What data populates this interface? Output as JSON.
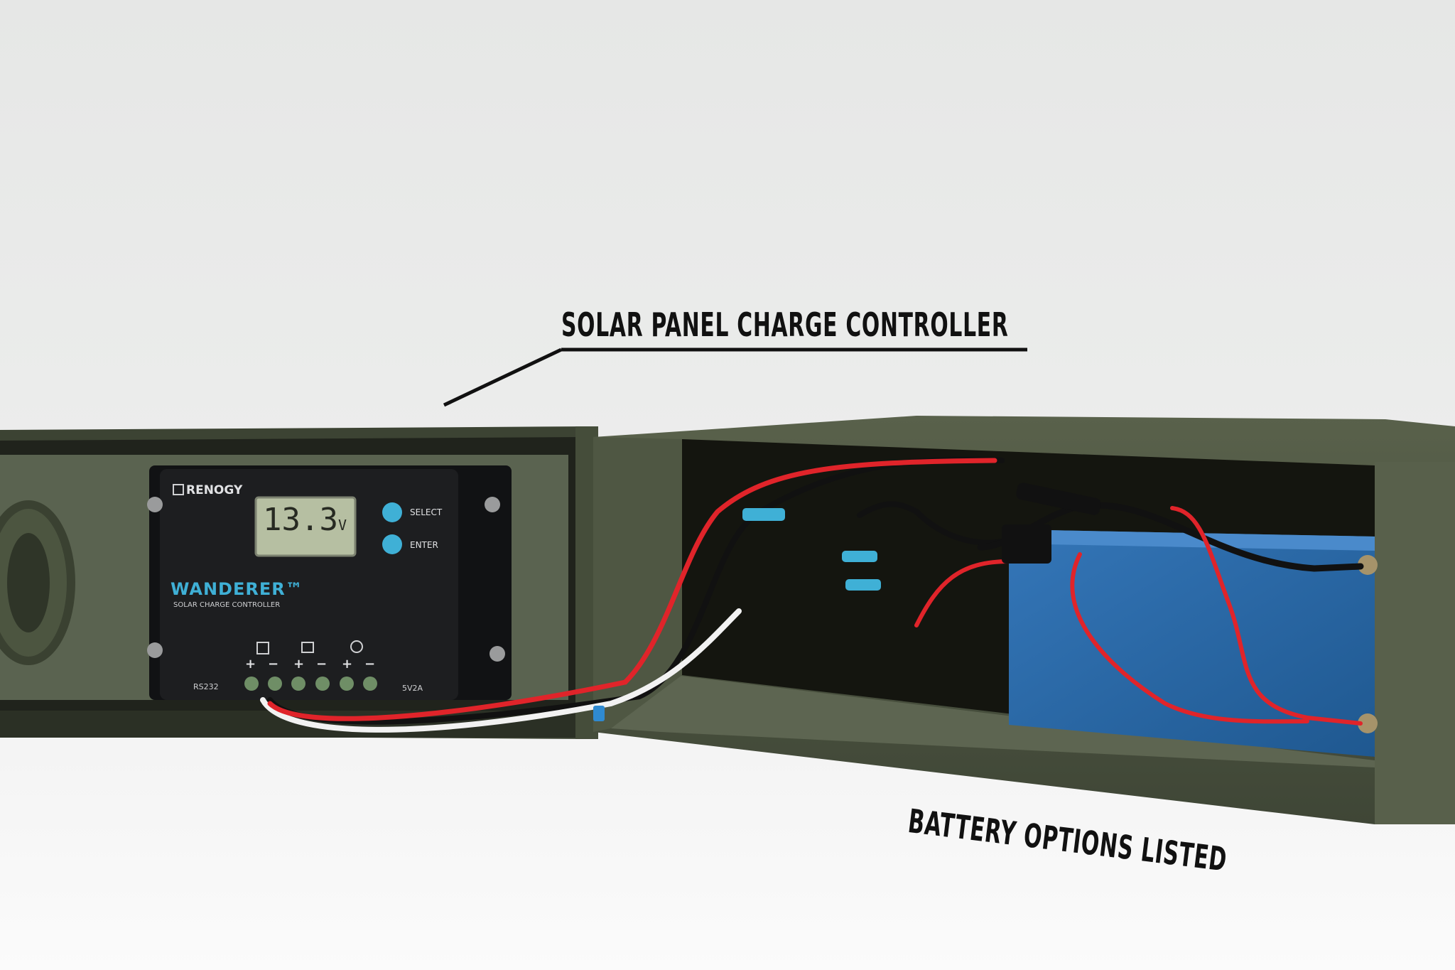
{
  "annotations": {
    "top_label": "SOLAR PANEL CHARGE CONTROLLER",
    "bottom_label": "BATTERY OPTIONS LISTED"
  },
  "controller": {
    "brand": "RENOGY",
    "display_value": "13.3",
    "display_unit": "V",
    "select_label": "SELECT",
    "enter_label": "ENTER",
    "model": "WANDERER™",
    "subtitle": "SOLAR CHARGE CONTROLLER",
    "port_left": "RS232",
    "port_right": "5V2A",
    "terminal_signs": [
      "+",
      "−",
      "+",
      "−",
      "+",
      "−"
    ]
  },
  "colors": {
    "box_green": "#4c5440",
    "controller_black": "#1d1e20",
    "battery_blue": "#2b6aa8",
    "wire_red": "#e0242a",
    "lcd_green": "#b6bfa2",
    "accent_cyan": "#3fb0d6"
  }
}
